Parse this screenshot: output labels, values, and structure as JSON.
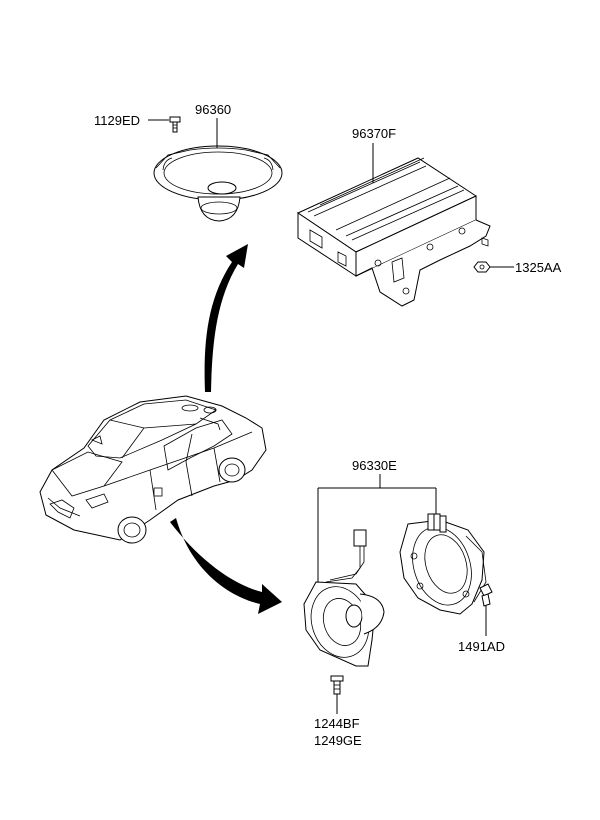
{
  "labels": {
    "screw_top": "1129ED",
    "rear_speaker": "96360",
    "amplifier": "96370F",
    "nut": "1325AA",
    "front_speaker_set": "96330E",
    "screw_right": "1491AD",
    "screw_bottom_1": "1244BF",
    "screw_bottom_2": "1249GE"
  }
}
